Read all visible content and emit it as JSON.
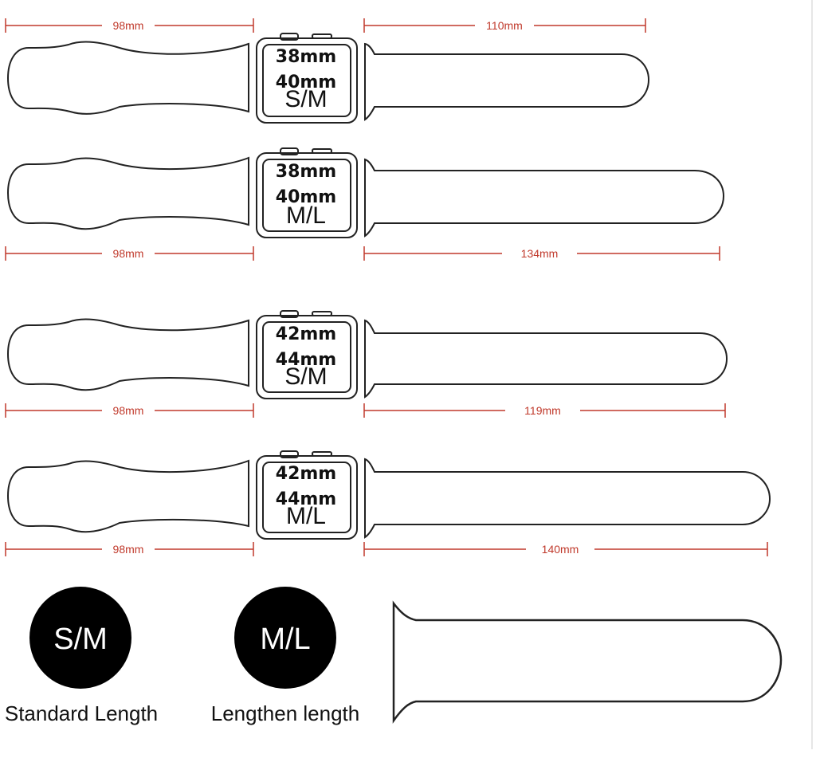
{
  "rows": [
    {
      "sizes": [
        "38mm",
        "40mm"
      ],
      "fit": "S/M",
      "left_length": "98mm",
      "right_length": "110mm",
      "dimension_position": "top"
    },
    {
      "sizes": [
        "38mm",
        "40mm"
      ],
      "fit": "M/L",
      "left_length": "98mm",
      "right_length": "134mm",
      "dimension_position": "bottom"
    },
    {
      "sizes": [
        "42mm",
        "44mm"
      ],
      "fit": "S/M",
      "left_length": "98mm",
      "right_length": "119mm",
      "dimension_position": "bottom"
    },
    {
      "sizes": [
        "42mm",
        "44mm"
      ],
      "fit": "M/L",
      "left_length": "98mm",
      "right_length": "140mm",
      "dimension_position": "bottom"
    }
  ],
  "legend": [
    {
      "badge": "S/M",
      "caption": "Standard Length"
    },
    {
      "badge": "M/L",
      "caption": "Lengthen length"
    }
  ],
  "colors": {
    "dimension_line": "#c0392b",
    "outline": "#222222",
    "badge": "#000000"
  }
}
